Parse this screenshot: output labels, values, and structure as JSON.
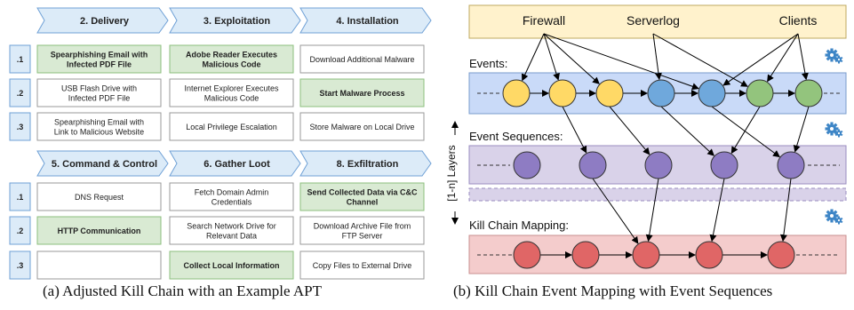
{
  "left_panel": {
    "phases_top": [
      "2. Delivery",
      "3. Exploitation",
      "4. Installation"
    ],
    "phases_bottom": [
      "5. Command & Control",
      "6. Gather Loot",
      "8. Exfiltration"
    ],
    "rows_top": [
      ".1",
      ".2",
      ".3"
    ],
    "rows_bottom": [
      ".1",
      ".2",
      ".3"
    ],
    "cells_top": [
      [
        {
          "text": "Spearphishing Email with Infected PDF File",
          "highlight": true
        },
        {
          "text": "Adobe Reader Executes Malicious Code",
          "highlight": true
        },
        {
          "text": "Download Additional Malware",
          "highlight": false
        }
      ],
      [
        {
          "text": "USB Flash Drive with Infected PDF File",
          "highlight": false
        },
        {
          "text": "Internet Explorer Executes Malicious Code",
          "highlight": false
        },
        {
          "text": "Start Malware Process",
          "highlight": true
        }
      ],
      [
        {
          "text": "Spearphishing Email with Link to Malicious Website",
          "highlight": false
        },
        {
          "text": "Local Privilege Escalation",
          "highlight": false
        },
        {
          "text": "Store Malware on Local Drive",
          "highlight": false
        }
      ]
    ],
    "cells_bottom": [
      [
        {
          "text": "DNS Request",
          "highlight": false
        },
        {
          "text": "Fetch Domain Admin Credentials",
          "highlight": false
        },
        {
          "text": "Send Collected Data via C&C Channel",
          "highlight": true
        }
      ],
      [
        {
          "text": "HTTP Communication",
          "highlight": true
        },
        {
          "text": "Search Network Drive for Relevant Data",
          "highlight": false
        },
        {
          "text": "Download Archive File from FTP Server",
          "highlight": false
        }
      ],
      [
        {
          "text": "",
          "highlight": false
        },
        {
          "text": "Collect Local Information",
          "highlight": true
        },
        {
          "text": "Copy Files to External Drive",
          "highlight": false
        }
      ]
    ]
  },
  "right_panel": {
    "sources": [
      "Firewall",
      "Serverlog",
      "Clients"
    ],
    "events_label": "Events:",
    "sequences_label": "Event Sequences:",
    "layers_label": "[1-n] Layers",
    "killchain_label": "Kill Chain Mapping:"
  },
  "captions": {
    "a": "(a) Adjusted Kill Chain with an Example APT",
    "b": "(b) Kill Chain Event Mapping with Event Sequences"
  },
  "colors": {
    "phase_fill": "#dcebf8",
    "phase_stroke": "#6fa0d6",
    "highlight_fill": "#d9ead3",
    "highlight_stroke": "#8cbf7e",
    "plain_fill": "#ffffff",
    "plain_stroke": "#999999",
    "source_fill": "#fff2cc",
    "events_band": "#c9daf8",
    "sequence_band": "#d9d2e9",
    "killchain_band": "#f4cccc",
    "node_yellow": "#ffd966",
    "node_blue": "#6fa8dc",
    "node_green": "#93c47d",
    "node_purple": "#8e7cc3",
    "node_red": "#e06666",
    "gear": "#3d85c6"
  }
}
